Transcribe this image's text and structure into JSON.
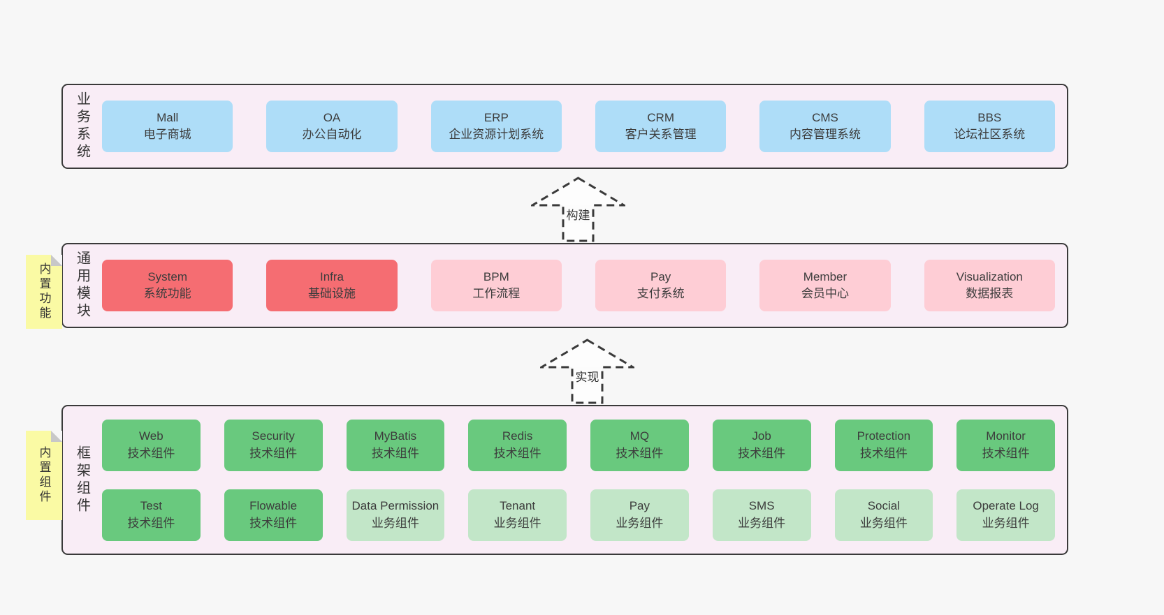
{
  "colors": {
    "page_bg": "#f7f7f7",
    "band_bg": "#f9edf6",
    "band_border": "#3a3a3a",
    "blue": "#aeddf8",
    "red": "#f56d72",
    "pink": "#fecdd5",
    "green": "#69c97e",
    "light_green": "#c2e6c8",
    "note_yellow": "#fafaa4",
    "note_fold": "#c8c8c8",
    "text": "#3c3c3c"
  },
  "bands": [
    {
      "id": "business-systems",
      "side_label": "业务系统",
      "note": null,
      "rows": [
        [
          {
            "en": "Mall",
            "zh": "电子商城",
            "variant": "blue"
          },
          {
            "en": "OA",
            "zh": "办公自动化",
            "variant": "blue"
          },
          {
            "en": "ERP",
            "zh": "企业资源计划系统",
            "variant": "blue"
          },
          {
            "en": "CRM",
            "zh": "客户关系管理",
            "variant": "blue"
          },
          {
            "en": "CMS",
            "zh": "内容管理系统",
            "variant": "blue"
          },
          {
            "en": "BBS",
            "zh": "论坛社区系统",
            "variant": "blue"
          }
        ]
      ]
    },
    {
      "id": "common-modules",
      "side_label": "通用模块",
      "note": "内置功能",
      "rows": [
        [
          {
            "en": "System",
            "zh": "系统功能",
            "variant": "red"
          },
          {
            "en": "Infra",
            "zh": "基础设施",
            "variant": "red"
          },
          {
            "en": "BPM",
            "zh": "工作流程",
            "variant": "pink"
          },
          {
            "en": "Pay",
            "zh": "支付系统",
            "variant": "pink"
          },
          {
            "en": "Member",
            "zh": "会员中心",
            "variant": "pink"
          },
          {
            "en": "Visualization",
            "zh": "数据报表",
            "variant": "pink"
          }
        ]
      ]
    },
    {
      "id": "framework-components",
      "side_label": "框架组件",
      "note": "内置组件",
      "rows": [
        [
          {
            "en": "Web",
            "zh": "技术组件",
            "variant": "green"
          },
          {
            "en": "Security",
            "zh": "技术组件",
            "variant": "green"
          },
          {
            "en": "MyBatis",
            "zh": "技术组件",
            "variant": "green"
          },
          {
            "en": "Redis",
            "zh": "技术组件",
            "variant": "green"
          },
          {
            "en": "MQ",
            "zh": "技术组件",
            "variant": "green"
          },
          {
            "en": "Job",
            "zh": "技术组件",
            "variant": "green"
          },
          {
            "en": "Protection",
            "zh": "技术组件",
            "variant": "green"
          },
          {
            "en": "Monitor",
            "zh": "技术组件",
            "variant": "green"
          }
        ],
        [
          {
            "en": "Test",
            "zh": "技术组件",
            "variant": "green"
          },
          {
            "en": "Flowable",
            "zh": "技术组件",
            "variant": "green"
          },
          {
            "en": "Data Permission",
            "zh": "业务组件",
            "variant": "light_green"
          },
          {
            "en": "Tenant",
            "zh": "业务组件",
            "variant": "light_green"
          },
          {
            "en": "Pay",
            "zh": "业务组件",
            "variant": "light_green"
          },
          {
            "en": "SMS",
            "zh": "业务组件",
            "variant": "light_green"
          },
          {
            "en": "Social",
            "zh": "业务组件",
            "variant": "light_green"
          },
          {
            "en": "Operate Log",
            "zh": "业务组件",
            "variant": "light_green"
          }
        ]
      ]
    }
  ],
  "arrows": [
    {
      "label": "构建"
    },
    {
      "label": "实现"
    }
  ]
}
